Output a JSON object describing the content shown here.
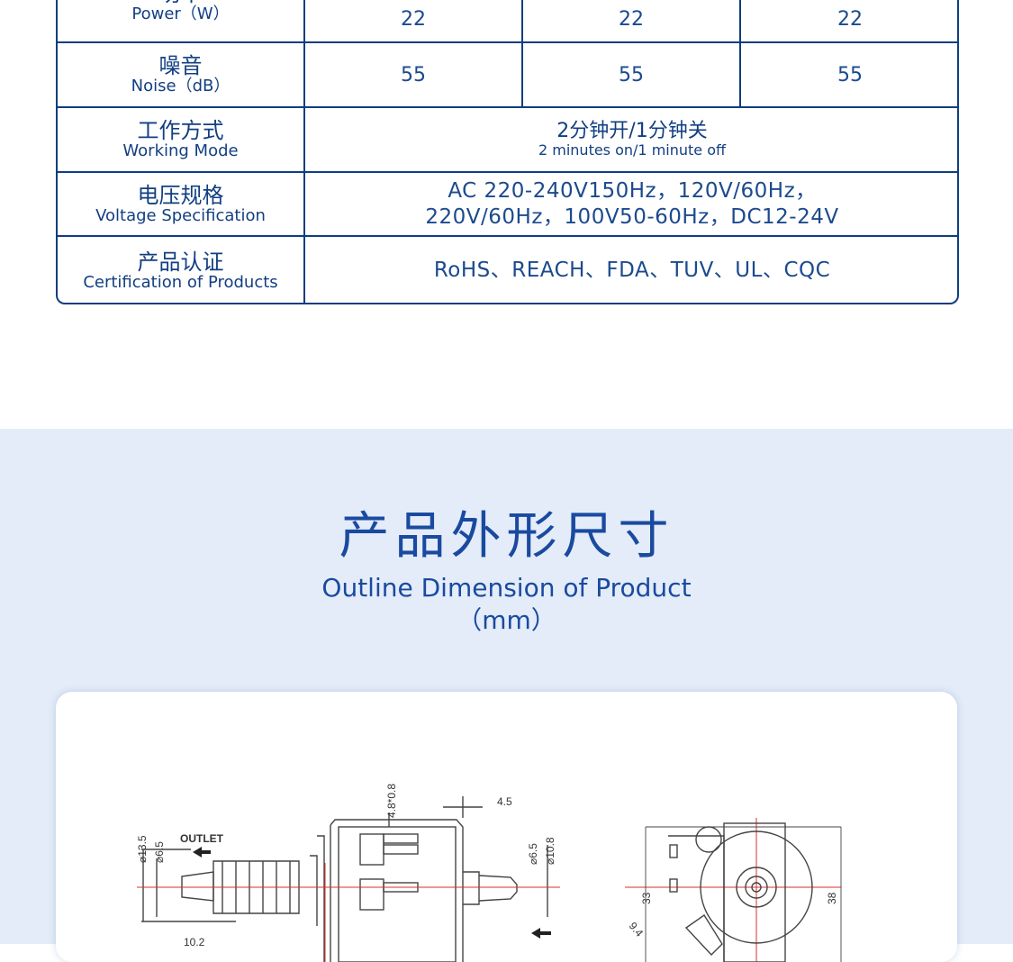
{
  "spec_table": {
    "power": {
      "label_zh": "功率",
      "label_en": "Power（W）",
      "values": [
        "22",
        "22",
        "22"
      ]
    },
    "noise": {
      "label_zh": "噪音",
      "label_en": "Noise（dB）",
      "values": [
        "55",
        "55",
        "55"
      ]
    },
    "mode": {
      "label_zh": "工作方式",
      "label_en": "Working Mode",
      "value_zh": "2分钟开/1分钟关",
      "value_en": "2 minutes on/1 minute off"
    },
    "voltage": {
      "label_zh": "电压规格",
      "label_en": "Voltage Specification",
      "value_line1": "AC 220-240V150Hz，120V/60Hz，",
      "value_line2": "220V/60Hz，100V50-60Hz，DC12-24V"
    },
    "cert": {
      "label_zh": "产品认证",
      "label_en": "Certification of Products",
      "value": "RoHS、REACH、FDA、TUV、UL、CQC"
    }
  },
  "dimension": {
    "title_zh": "产品外形尺寸",
    "title_en": "Outline Dimension of Product",
    "unit": "（mm）",
    "drawing": {
      "outlet_label": "OUTLET",
      "labels": [
        "⌀13.5",
        "⌀6.5",
        "4.8*0.8",
        "4.5",
        "⌀6.5",
        "⌀10.8",
        "10.2",
        "33",
        "38",
        "9.4"
      ]
    }
  },
  "colors": {
    "navy": "#103d7e",
    "section_bg": "#e3ecf8",
    "title_blue": "#1a4aa0"
  }
}
